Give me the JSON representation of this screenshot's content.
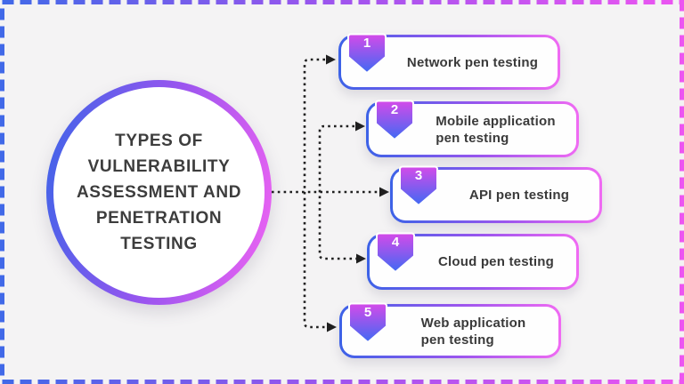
{
  "title": {
    "text": "TYPES OF VULNERABILITY ASSESSMENT AND PENETRATION TESTING",
    "lines": [
      "TYPES OF",
      "VULNERABILITY",
      "ASSESSMENT AND",
      "PENETRATION",
      "TESTING"
    ]
  },
  "items": [
    {
      "number": "1",
      "label": "Network pen testing",
      "lines": [
        "Network pen testing"
      ]
    },
    {
      "number": "2",
      "label": "Mobile application pen testing",
      "lines": [
        "Mobile application",
        "pen testing"
      ]
    },
    {
      "number": "3",
      "label": "API pen testing",
      "lines": [
        "API pen testing"
      ]
    },
    {
      "number": "4",
      "label": "Cloud pen testing",
      "lines": [
        "Cloud pen testing"
      ]
    },
    {
      "number": "5",
      "label": "Web application pen testing",
      "lines": [
        "Web application",
        "pen testing"
      ]
    }
  ],
  "icons": {
    "badge": "shield-ribbon-badge",
    "arrow": "triangle-right-arrowhead",
    "connector": "dotted-elbow-line"
  },
  "colors": {
    "background": "#f4f3f4",
    "frame_blue": "#4169e8",
    "frame_pink": "#ec55f1",
    "accent_blue": "#3c64e8",
    "accent_purple": "#9b55ef",
    "accent_pink": "#f063f2",
    "badge_top": "#d54ae9",
    "badge_bottom": "#3e6af3",
    "connector": "#1f1f1f",
    "text_dark": "#3c3c3c",
    "box_fill": "#fefefe"
  }
}
